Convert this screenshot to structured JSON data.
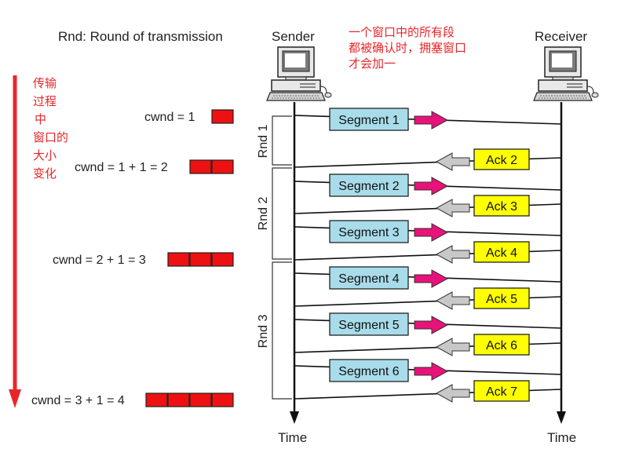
{
  "legend": "Rnd: Round of transmission",
  "sender_label": "Sender",
  "receiver_label": "Receiver",
  "time_label_sender": "Time",
  "time_label_receiver": "Time",
  "annotation_top": [
    "一个窗口中的所有段",
    "都被确认时，拥塞窗口",
    "才会加一"
  ],
  "annotation_left": [
    "传输",
    "过程",
    "中",
    "窗口的",
    "大小",
    "变化"
  ],
  "cwnd": [
    {
      "label": "cwnd = 1",
      "segments": 1
    },
    {
      "label": "cwnd = 1 + 1 = 2",
      "segments": 2
    },
    {
      "label": "cwnd = 2 + 1 = 3",
      "segments": 3
    },
    {
      "label": "cwnd = 3 + 1 = 4",
      "segments": 4
    }
  ],
  "rounds": [
    "Rnd 1",
    "Rnd 2",
    "Rnd 3"
  ],
  "segments": [
    "Segment 1",
    "Segment 2",
    "Segment 3",
    "Segment 4",
    "Segment 5",
    "Segment 6"
  ],
  "acks": [
    "Ack 2",
    "Ack 3",
    "Ack 4",
    "Ack 5",
    "Ack 6",
    "Ack 7"
  ],
  "colors": {
    "red_text": "#e8262a",
    "cwnd_block": "#ee1111",
    "segment_fill": "#a8dcea",
    "ack_fill": "#ffff00",
    "pink_arrow": "#e8127a",
    "gray_arrow": "#c8c8c8"
  },
  "icons": {
    "sender": "computer-icon",
    "receiver": "computer-icon"
  }
}
